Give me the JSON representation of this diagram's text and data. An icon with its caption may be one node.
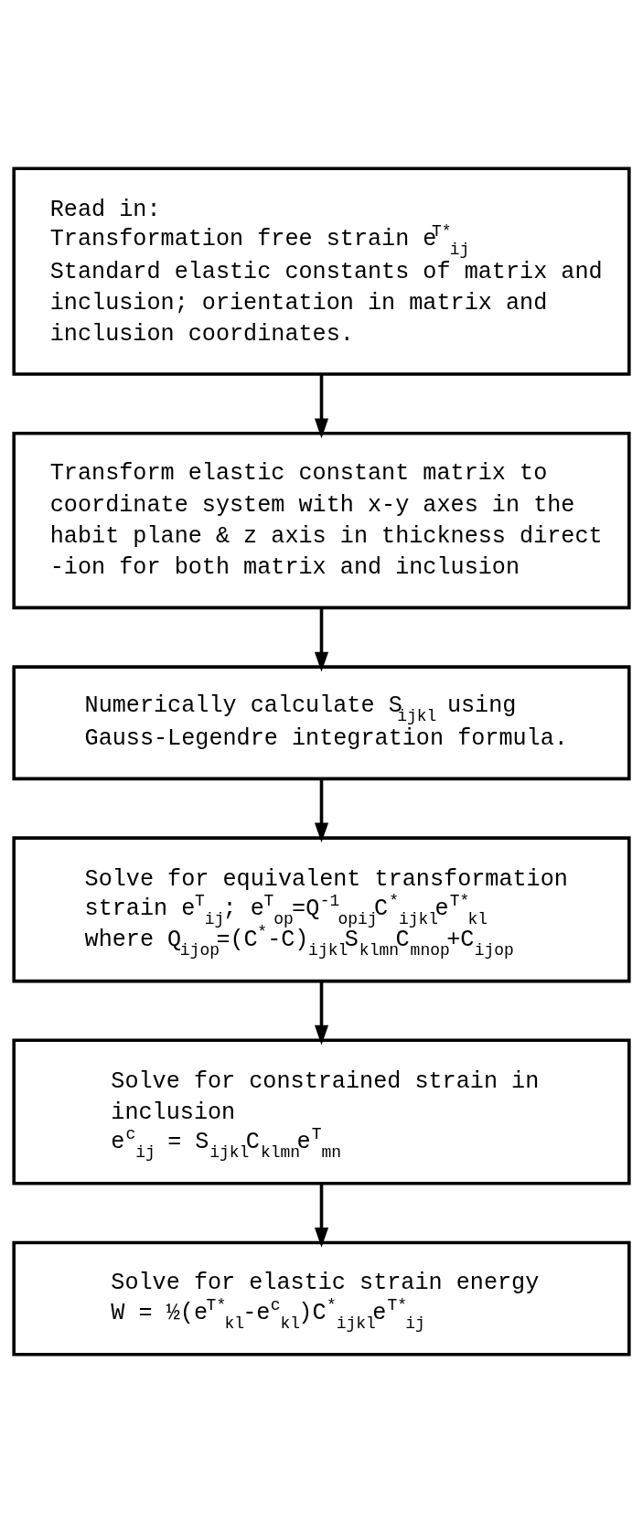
{
  "diagram": {
    "nodes": [
      {
        "text": [
          "Read in:",
          "Transformation free strain e$^{T*}$$_{ij}$",
          "Standard elastic constants of matrix and inclusion; orientation in matrix and inclusion coordinates."
        ]
      },
      {
        "text": [
          "Transform elastic constant matrix to coordinate system with x-y axes in the habit plane & z axis in thickness direct -ion for both matrix and inclusion"
        ]
      },
      {
        "text": [
          "Numerically calculate S$_{ijkl}$ using Gauss-Legendre integration formula."
        ]
      },
      {
        "text": [
          "Solve for equivalent transformation strain e$^{T}$$_{ij}$; e$^{T}$$_{op}$=Q$^{-1}$$_{opij}$C$^{*}$$_{ijkl}$e$^{T*}$$_{kl}$",
          "where Q$_{ijop}$=(C$^{*}$-C)$_{ijkl}$S$_{klmn}$C$_{mnop}$+C$_{ijop}$"
        ]
      },
      {
        "text": [
          "Solve for constrained strain in inclusion",
          "e$^{c}$$_{ij}$ = S$_{ijkl}$C$_{klmn}$e$^{T}$$_{mn}$"
        ]
      },
      {
        "text": [
          "Solve for elastic strain energy",
          "W = ½(e$^{T*}$$_{kl}$-e$^{c}$$_{kl}$)C$^{*}$$_{ijkl}$e$^{T*}$$_{ij}$"
        ]
      }
    ],
    "edges": [
      {
        "from": 0,
        "to": 1,
        "arrow": "to"
      },
      {
        "from": 1,
        "to": 2,
        "arrow": "to"
      },
      {
        "from": 2,
        "to": 3,
        "arrow": "to"
      },
      {
        "from": 3,
        "to": 4,
        "arrow": "to"
      },
      {
        "from": 4,
        "to": 5,
        "arrow": "to"
      }
    ]
  }
}
